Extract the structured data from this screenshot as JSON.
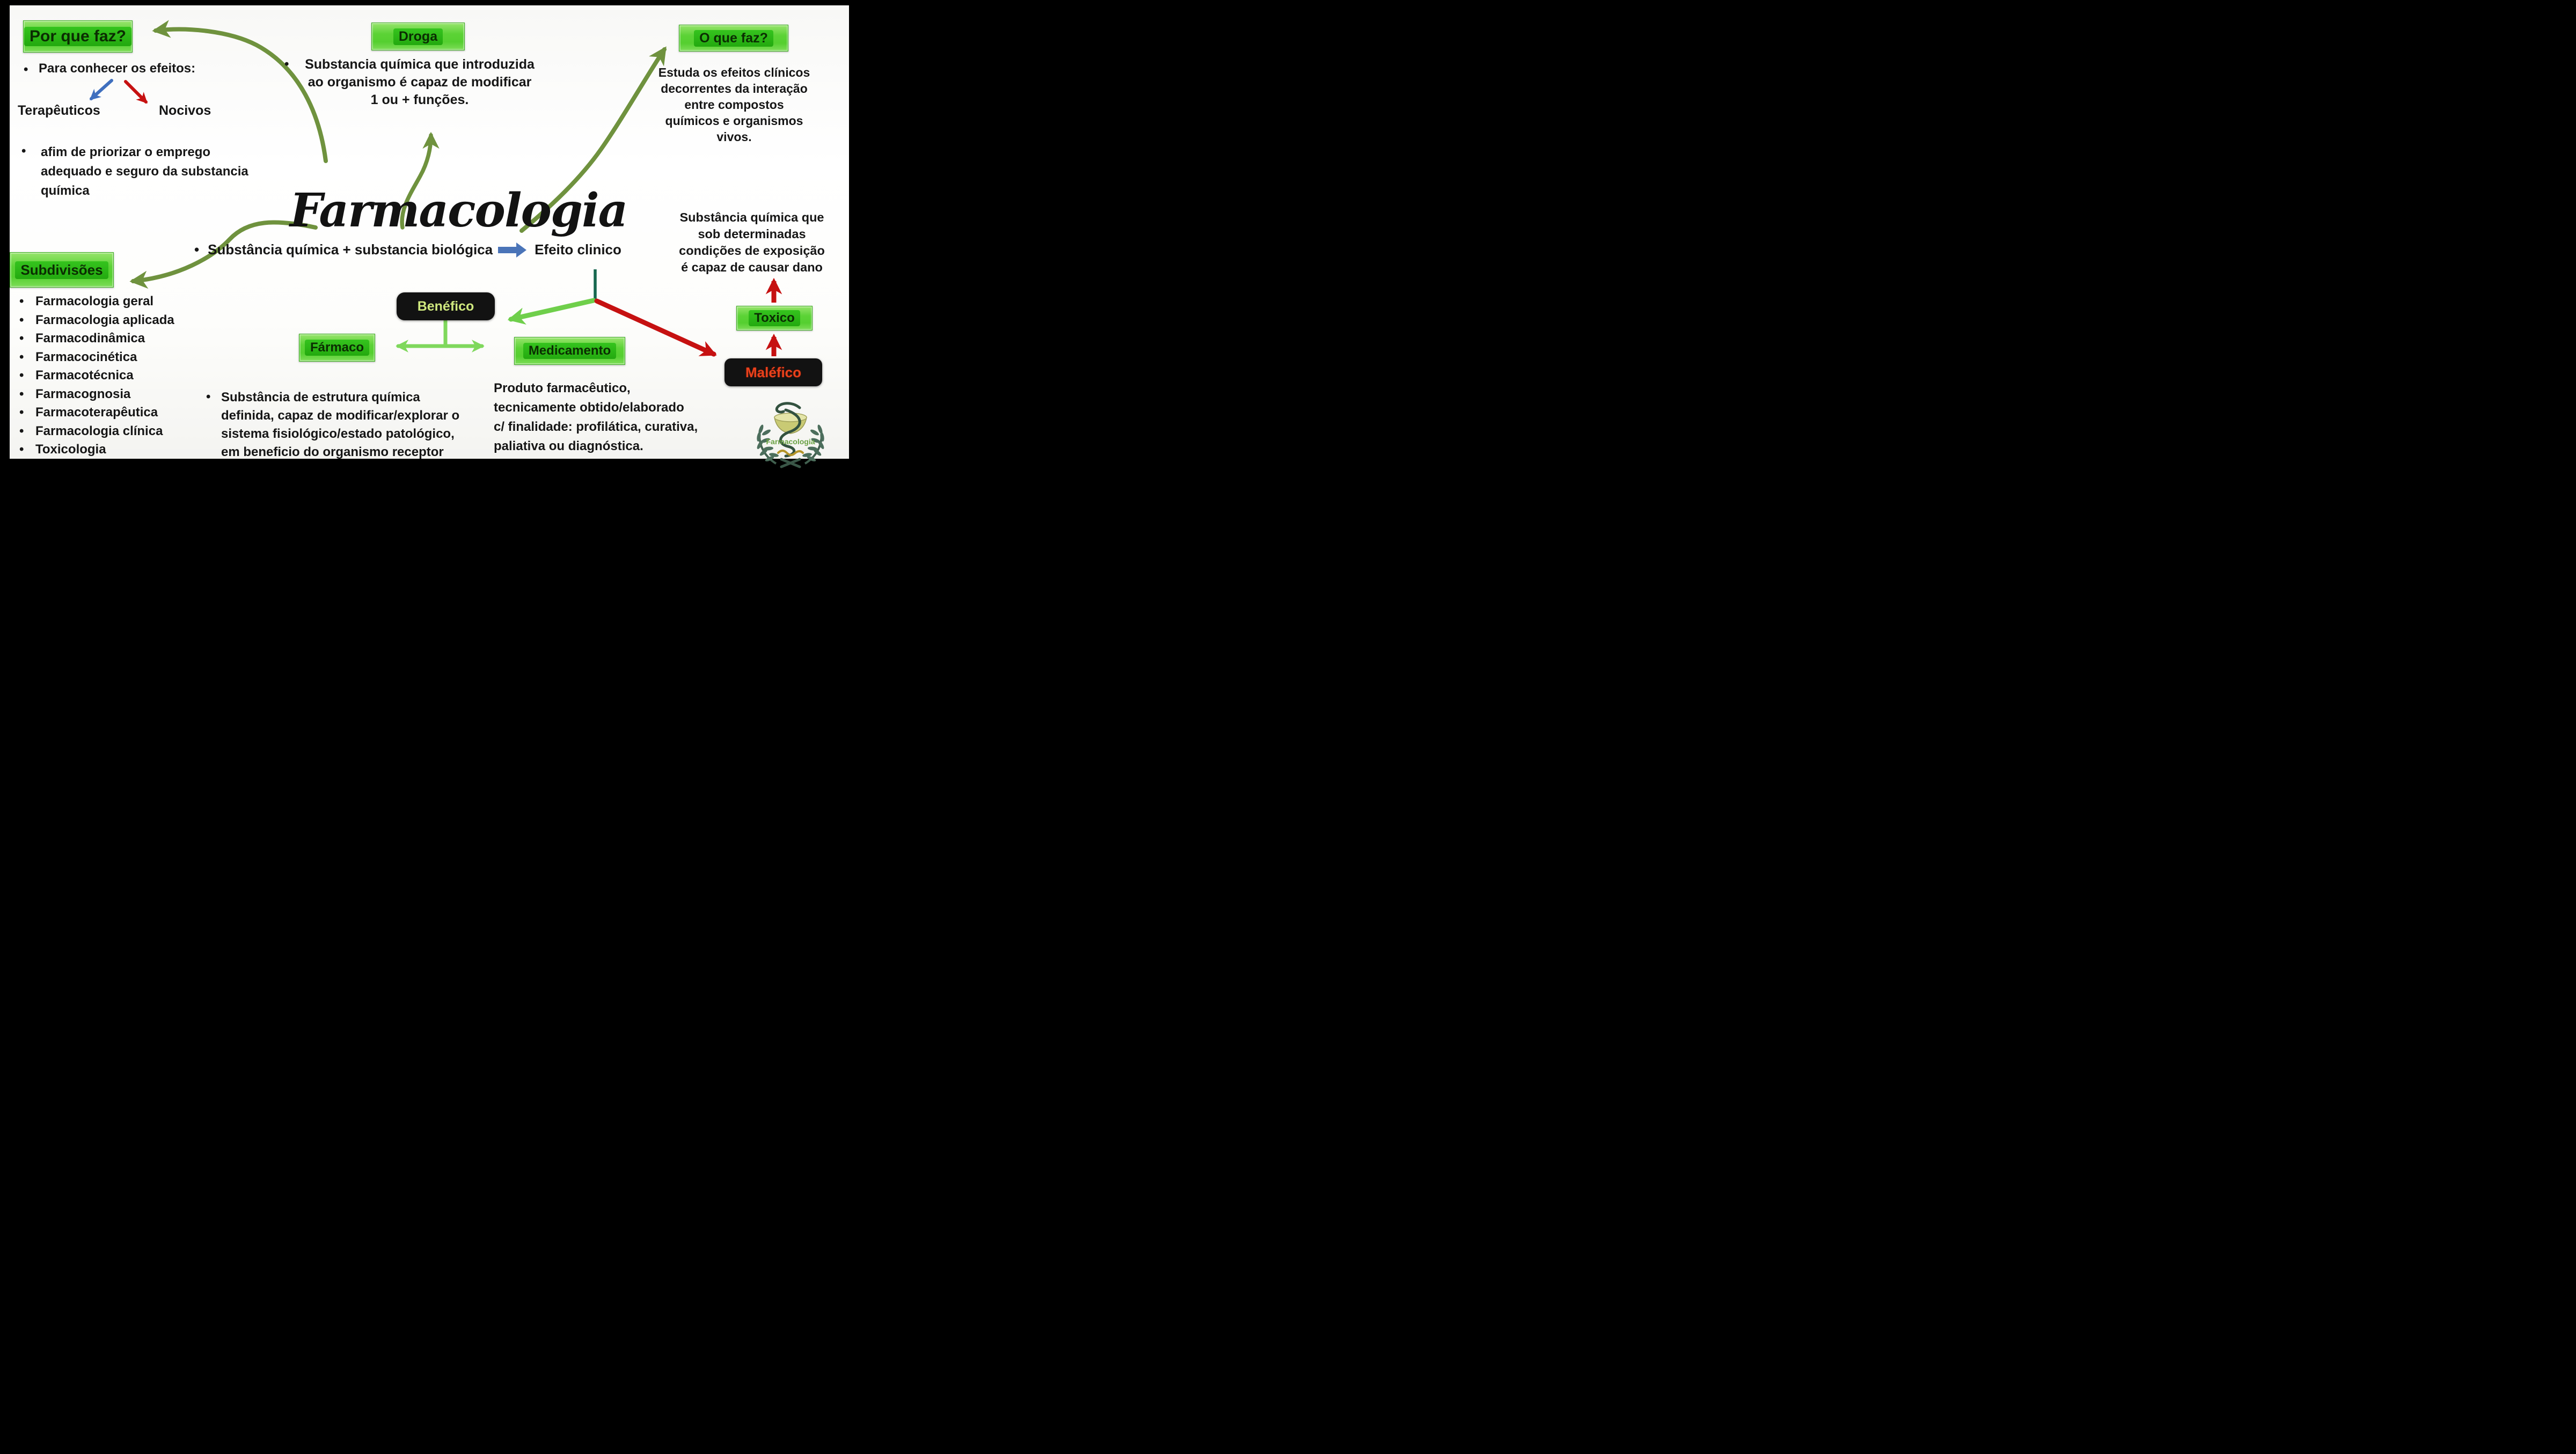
{
  "center": {
    "title": "Farmacologia",
    "definition_bullet": "•",
    "definition": "Substância química + substancia biológica",
    "result": "Efeito clinico"
  },
  "por_que_faz": {
    "label": "Por que faz?",
    "bullet": "•",
    "effects_intro": "Para conhecer os efeitos:",
    "effect_positive": "Terapêuticos",
    "effect_negative": "Nocivos",
    "purpose": "afim de priorizar o emprego\nadequado e seguro da substancia\nquímica"
  },
  "droga": {
    "label": "Droga",
    "bullet": "•",
    "definition": "Substancia química que introduzida\nao organismo é capaz de modificar\n1 ou + funções."
  },
  "o_que_faz": {
    "label": "O que faz?",
    "definition": "Estuda os efeitos clínicos\ndecorrentes da interação\nentre compostos\nquímicos e organismos\nvivos."
  },
  "subdivisoes": {
    "label": "Subdivisões",
    "bullet": "•",
    "items": [
      "Farmacologia geral",
      "Farmacologia aplicada",
      "Farmacodinâmica",
      "Farmacocinética",
      "Farmacotécnica",
      "Farmacognosia",
      "Farmacoterapêutica",
      "Farmacologia clínica",
      "Toxicologia"
    ]
  },
  "benefico": {
    "label": "Benéfico"
  },
  "farmaco": {
    "label": "Fármaco",
    "bullet": "•",
    "definition": "Substância de estrutura química\ndefinida, capaz de modificar/explorar o\nsistema fisiológico/estado patológico,\nem beneficio  do organismo receptor"
  },
  "medicamento": {
    "label": "Medicamento",
    "definition": "Produto farmacêutico,\ntecnicamente obtido/elaborado\nc/ finalidade: profilática, curativa,\npaliativa ou diagnóstica."
  },
  "toxico": {
    "label": "Toxico",
    "definition": "Substância química que\nsob determinadas\ncondições de exposição\né capaz de causar dano"
  },
  "malefico": {
    "label": "Maléfico"
  },
  "logo": {
    "caption": "Farmacologia"
  },
  "colors": {
    "green_box": "#5cd336",
    "green_box_inner": "#2bb517",
    "green_box_text": "#0b2d02",
    "black_box": "#121212",
    "benefico_text": "#cfe87e",
    "malefico_text": "#e8411c",
    "olive_arrow": "#6f923e",
    "light_green_arrow": "#7fd85c",
    "red_arrow": "#c61111",
    "blue_arrow": "#4a74b8",
    "teal_line": "#17684f"
  }
}
